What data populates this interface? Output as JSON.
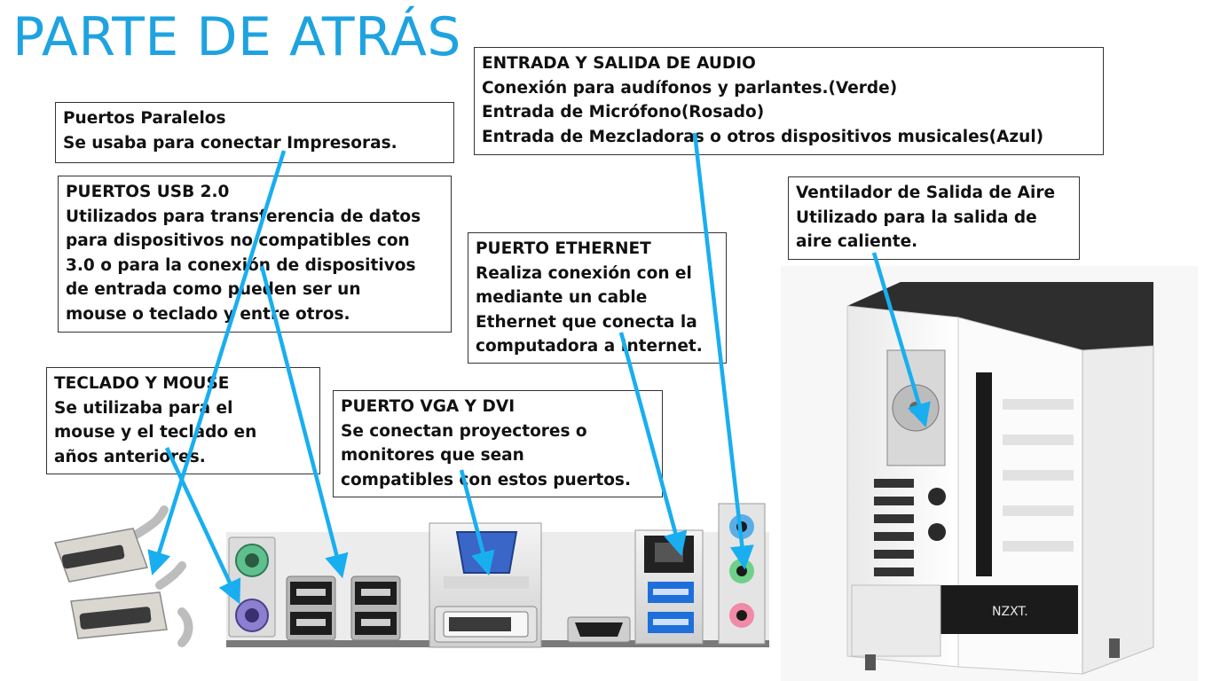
{
  "title": "PARTE DE ATRÁS",
  "boxes": {
    "paralelos": {
      "lines": [
        "Puertos Paralelos",
        "Se usaba para conectar Impresoras."
      ]
    },
    "usb": {
      "lines": [
        "PUERTOS USB 2.0",
        "Utilizados para transferencia de datos",
        "para dispositivos no compatibles con",
        "3.0 o para la conexión de dispositivos",
        "de entrada como pueden ser un",
        "mouse o teclado y entre otros."
      ]
    },
    "teclado": {
      "lines": [
        "TECLADO Y MOUSE",
        "Se utilizaba para el",
        "mouse y el teclado en",
        "años anteriores."
      ]
    },
    "vga": {
      "lines": [
        "PUERTO VGA Y DVI",
        "Se conectan proyectores o",
        "monitores que sean",
        "compatibles con estos puertos."
      ]
    },
    "ethernet": {
      "lines": [
        "PUERTO ETHERNET",
        "Realiza conexión con el",
        "mediante un cable",
        "Ethernet que conecta la",
        "computadora a Internet."
      ]
    },
    "audio": {
      "lines": [
        "ENTRADA Y SALIDA DE AUDIO",
        "Conexión para audífonos y parlantes.(Verde)",
        "Entrada de Micrófono(Rosado)",
        "Entrada de Mezcladoras o otros dispositivos musicales(Azul)"
      ]
    },
    "ventilador": {
      "lines": [
        "Ventilador de Salida de Aire",
        "Utilizado para la salida de",
        "aire caliente."
      ]
    }
  },
  "case_logo": "NZXT.",
  "colors": {
    "title": "#1fa3e0",
    "arrow": "#19aef0",
    "audio_blue": "#5aaee8",
    "audio_green": "#6fd08a",
    "audio_pink": "#f08aa8",
    "usb3_blue": "#1e6fd9",
    "vga_blue": "#3a66c8",
    "ps2_green": "#5fbf8f",
    "ps2_purple": "#8c7fcf"
  }
}
